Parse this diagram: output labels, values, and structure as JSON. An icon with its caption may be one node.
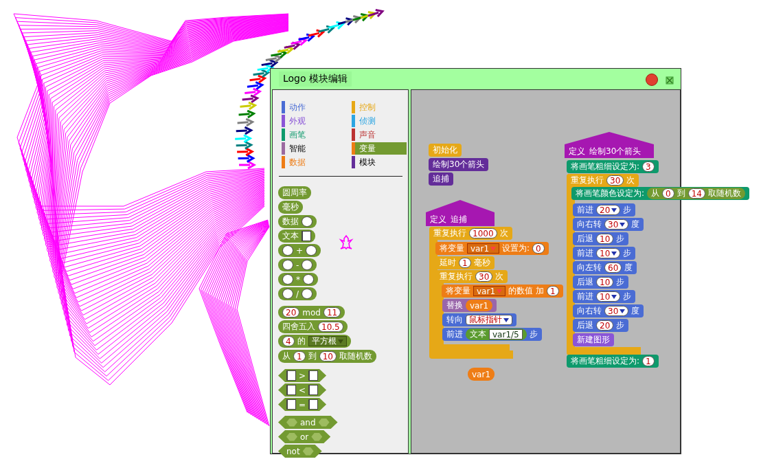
{
  "diagram": {
    "nodes": [
      {
        "text": [
          "Logo 模块编辑"
        ]
      },
      {
        "text": [],
        "shape": "box",
        "in": 0
      },
      {
        "text": [],
        "shape": "box",
        "in": 0
      },
      {
        "text": [
          "动作"
        ],
        "in": 1
      },
      {
        "text": [
          "控制"
        ],
        "in": 1
      },
      {
        "text": [
          "外观"
        ],
        "in": 1
      },
      {
        "text": [
          "侦测"
        ],
        "in": 1
      },
      {
        "text": [
          "画笔"
        ],
        "in": 1
      },
      {
        "text": [
          "声音"
        ],
        "in": 1
      },
      {
        "text": [
          "智能"
        ],
        "in": 1
      },
      {
        "text": [
          "变量"
        ],
        "in": 1
      },
      {
        "text": [
          "数据"
        ],
        "in": 1
      },
      {
        "text": [
          "模块"
        ],
        "in": 1
      },
      {
        "text": [
          "圆周率"
        ],
        "in": 1
      },
      {
        "text": [
          "毫秒"
        ],
        "in": 1
      },
      {
        "text": [
          "数据"
        ],
        "in": 1
      },
      {
        "text": [
          "文本"
        ],
        "in": 1
      },
      {
        "text": [
          "+"
        ],
        "in": 1
      },
      {
        "text": [
          "-"
        ],
        "in": 1
      },
      {
        "text": [
          "*"
        ],
        "in": 1
      },
      {
        "text": [
          "/"
        ],
        "in": 1
      },
      {
        "text": [
          "20",
          "mod",
          "11"
        ],
        "in": 1
      },
      {
        "text": [
          "四舍五入",
          "10.5"
        ],
        "in": 1
      },
      {
        "text": [
          "4",
          "的",
          "平方根"
        ],
        "in": 1
      },
      {
        "text": [
          "从",
          "1",
          "到",
          "10",
          "取随机数"
        ],
        "in": 1
      },
      {
        "text": [
          ">"
        ],
        "in": 1
      },
      {
        "text": [
          "<"
        ],
        "in": 1
      },
      {
        "text": [
          "="
        ],
        "in": 1
      },
      {
        "text": [
          "and"
        ],
        "in": 1
      },
      {
        "text": [
          "or"
        ],
        "in": 1
      },
      {
        "text": [
          "not"
        ],
        "in": 1
      },
      {
        "text": [
          "初始化"
        ],
        "in": 2
      },
      {
        "text": [
          "绘制30个箭头"
        ],
        "in": 2
      },
      {
        "text": [
          "追捕"
        ],
        "in": 2
      },
      {
        "text": [
          "定义",
          "追捕"
        ],
        "in": 2
      },
      {
        "text": [
          "重复执行",
          "1000",
          "次"
        ],
        "in": 2
      },
      {
        "text": [
          "将变量",
          "var1",
          "设置为:",
          "0"
        ],
        "in": 35
      },
      {
        "text": [
          "延时",
          "1",
          "毫秒"
        ],
        "in": 35
      },
      {
        "text": [
          "重复执行",
          "30",
          "次"
        ],
        "in": 35
      },
      {
        "text": [
          "将变量",
          "var1",
          "的数值",
          "加",
          "1"
        ],
        "in": 38
      },
      {
        "text": [
          "替换"
        ],
        "in": 38
      },
      {
        "text": [
          "var1"
        ],
        "in": 40
      },
      {
        "text": [
          "转向",
          "鼠标指针"
        ],
        "in": 38
      },
      {
        "text": [
          "前进",
          "步"
        ],
        "in": 38
      },
      {
        "text": [
          "文本",
          "var1/5"
        ],
        "in": 43
      },
      {
        "text": [
          "var1"
        ],
        "in": 2
      },
      {
        "text": [
          "定义",
          "绘制30个箭头"
        ],
        "in": 2
      },
      {
        "text": [
          "将画笔粗细设定为:",
          "3"
        ],
        "in": 2
      },
      {
        "text": [
          "重复执行",
          "30",
          "次"
        ],
        "in": 2
      },
      {
        "text": [
          "将画笔颜色设定为:"
        ]
      },
      {
        "text": [
          "从",
          "0",
          "到",
          "14",
          "取随机数"
        ],
        "in": 49
      },
      {
        "text": [
          "前进",
          "20",
          "步"
        ],
        "in": 48
      },
      {
        "text": [
          "向右转",
          "30",
          "度"
        ],
        "in": 48
      },
      {
        "text": [
          "后退",
          "10",
          "步"
        ],
        "in": 48
      },
      {
        "text": [
          "前进",
          "10",
          "步"
        ],
        "in": 48
      },
      {
        "text": [
          "向左转",
          "60",
          "度"
        ],
        "in": 48
      },
      {
        "text": [
          "后退",
          "10",
          "步"
        ],
        "in": 48
      },
      {
        "text": [
          "前进",
          "10",
          "步"
        ],
        "in": 48
      },
      {
        "text": [
          "向右转",
          "30",
          "度"
        ],
        "in": 48
      },
      {
        "text": [
          "后退",
          "20",
          "步"
        ],
        "in": 48
      },
      {
        "text": [
          "新建图形"
        ],
        "in": 48
      },
      {
        "text": [
          "将画笔粗细设定为:",
          "1"
        ],
        "in": 2
      }
    ]
  }
}
